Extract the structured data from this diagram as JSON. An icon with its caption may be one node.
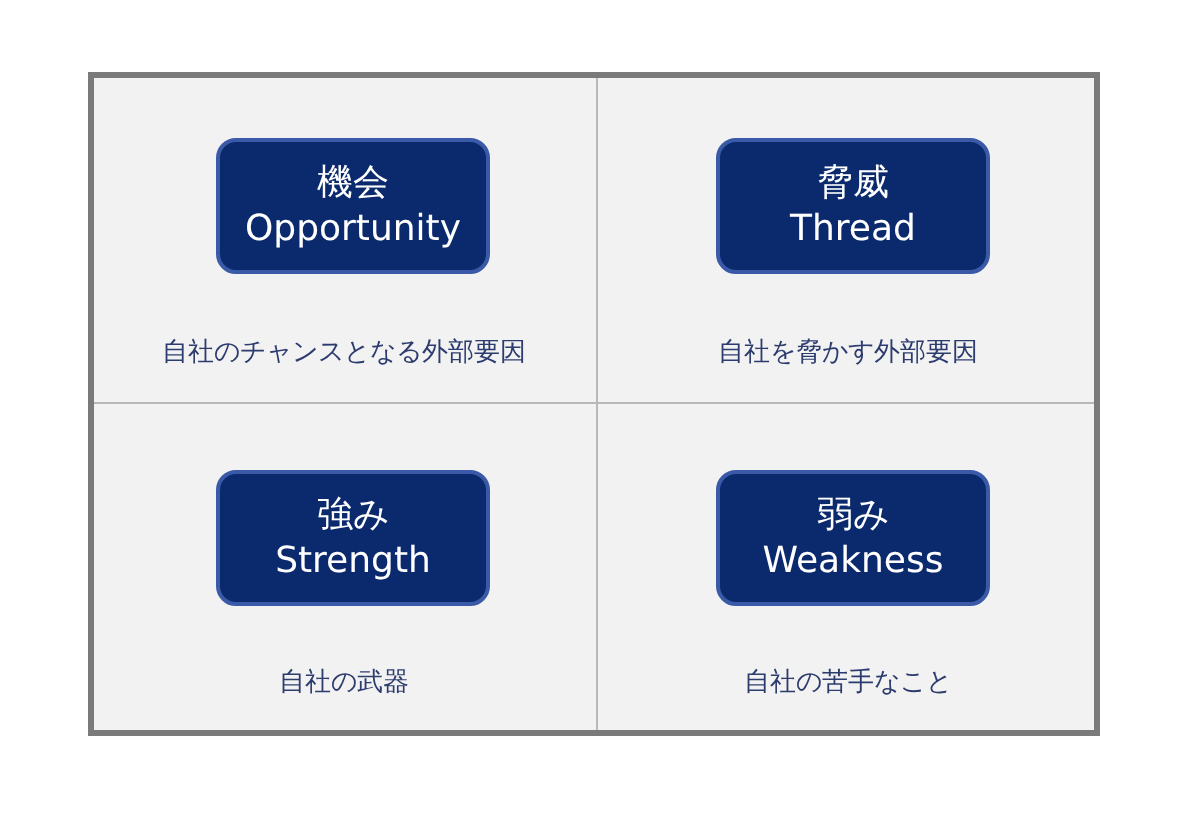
{
  "diagram": {
    "nodes": [
      {
        "text": [
          "機会",
          "Opportunity"
        ],
        "beside": [
          "自社のチャンスとなる外部要因"
        ]
      },
      {
        "text": [
          "脅威",
          "Thread"
        ],
        "beside": [
          "自社を脅かす外部要因"
        ]
      },
      {
        "text": [
          "強み",
          "Strength"
        ],
        "beside": [
          "自社の武器"
        ]
      },
      {
        "text": [
          "弱み",
          "Weakness"
        ],
        "beside": [
          "自社の苦手なこと"
        ]
      }
    ],
    "edges": []
  }
}
